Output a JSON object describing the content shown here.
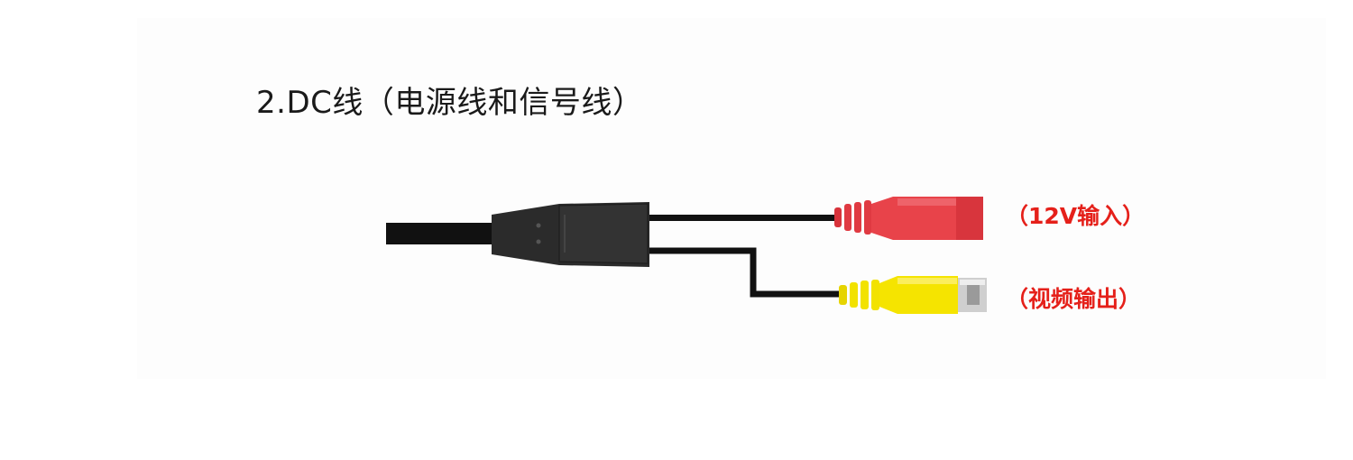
{
  "title": "2.DC线（电源线和信号线）",
  "labels": {
    "power_input": "（12V输入）",
    "video_output": "（视频输出）"
  },
  "colors": {
    "cable": "#111111",
    "power_connector": "#e8434a",
    "video_connector": "#f2e200",
    "label_text": "#e5201a"
  }
}
